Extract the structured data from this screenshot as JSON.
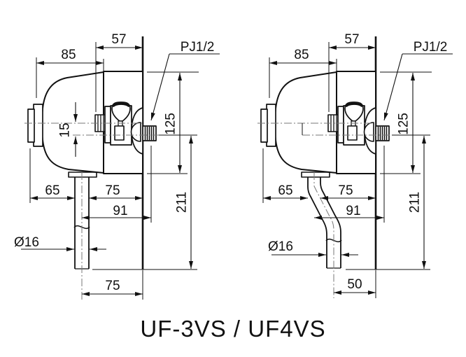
{
  "page": {
    "title": "UF-3VS / UF4VS",
    "background": "#ffffff"
  },
  "colors": {
    "line": "#111111",
    "centerline": "#777777"
  },
  "left_diagram": {
    "variant": "straight outlet pipe",
    "dims": {
      "depth_to_wall": "57",
      "body_depth": "85",
      "thread_label": "PJ1/2",
      "body_height": "125",
      "axis_offset": "15",
      "front_to_pipe": "65",
      "pipe_to_wall": "75",
      "pipe_to_thread_end": "91",
      "axis_to_pipe_end": "211",
      "pipe_diameter": "Ø16",
      "pipe_end_to_wall": "75"
    }
  },
  "right_diagram": {
    "variant": "offset outlet pipe",
    "dims": {
      "depth_to_wall": "57",
      "body_depth": "85",
      "thread_label": "PJ1/2",
      "body_height": "125",
      "front_to_pipe": "65",
      "pipe_to_wall": "75",
      "pipe_to_thread_end": "91",
      "axis_to_pipe_end": "211",
      "pipe_diameter": "Ø16",
      "pipe_end_to_wall": "50"
    }
  }
}
